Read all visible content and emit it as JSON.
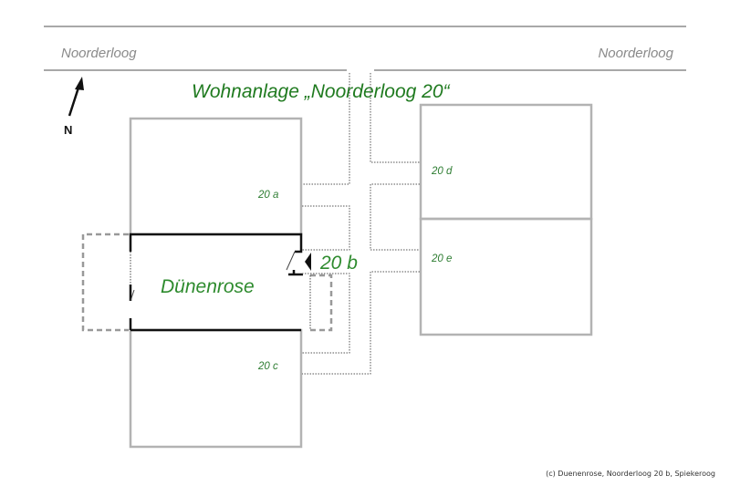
{
  "diagram": {
    "title": "Wohnanlage „Noorderloog 20“",
    "street_left": "Noorderloog",
    "street_right": "Noorderloog",
    "north_label": "N",
    "main_unit_name": "Dünenrose",
    "main_unit_number": "20 b",
    "units": [
      {
        "id": "20a",
        "label": "20 a"
      },
      {
        "id": "20c",
        "label": "20 c"
      },
      {
        "id": "20d",
        "label": "20 d"
      },
      {
        "id": "20e",
        "label": "20 e"
      }
    ],
    "copyright": "(c) Duenenrose, Noorderloog 20 b, Spiekeroog",
    "colors": {
      "accent_green": "#2e8b2e",
      "building_gray": "#b3b3b3",
      "wall_black": "#111111"
    }
  }
}
